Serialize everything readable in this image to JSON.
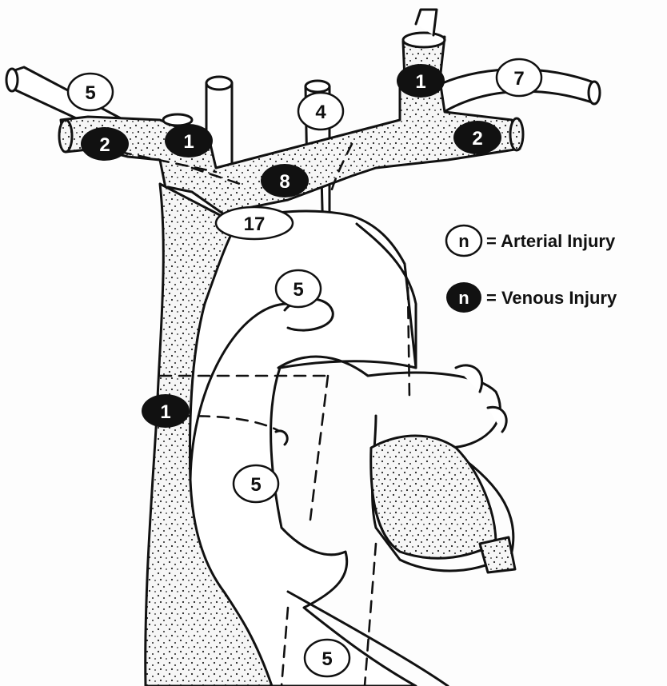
{
  "legend": {
    "arterial": {
      "symbol": "n",
      "text": "= Arterial Injury"
    },
    "venous": {
      "symbol": "n",
      "text": "= Venous Injury"
    }
  },
  "markers": {
    "left_subclavian_artery": {
      "value": "5",
      "kind": "arterial"
    },
    "right_subclavian_artery": {
      "value": "7",
      "kind": "arterial"
    },
    "right_internal_jugular_vein": {
      "value": "1",
      "kind": "venous"
    },
    "left_internal_jugular_vein": {
      "value": "1",
      "kind": "venous"
    },
    "left_subclavian_vein": {
      "value": "2",
      "kind": "venous"
    },
    "right_subclavian_vein": {
      "value": "2",
      "kind": "venous"
    },
    "carotid_artery": {
      "value": "4",
      "kind": "arterial"
    },
    "innominate_vein": {
      "value": "8",
      "kind": "venous"
    },
    "innominate_artery": {
      "value": "17",
      "kind": "arterial"
    },
    "aortic_arch": {
      "value": "5",
      "kind": "arterial"
    },
    "superior_vena_cava": {
      "value": "1",
      "kind": "venous"
    },
    "pulmonary_artery": {
      "value": "5",
      "kind": "arterial"
    },
    "descending_aorta": {
      "value": "5",
      "kind": "arterial"
    }
  }
}
